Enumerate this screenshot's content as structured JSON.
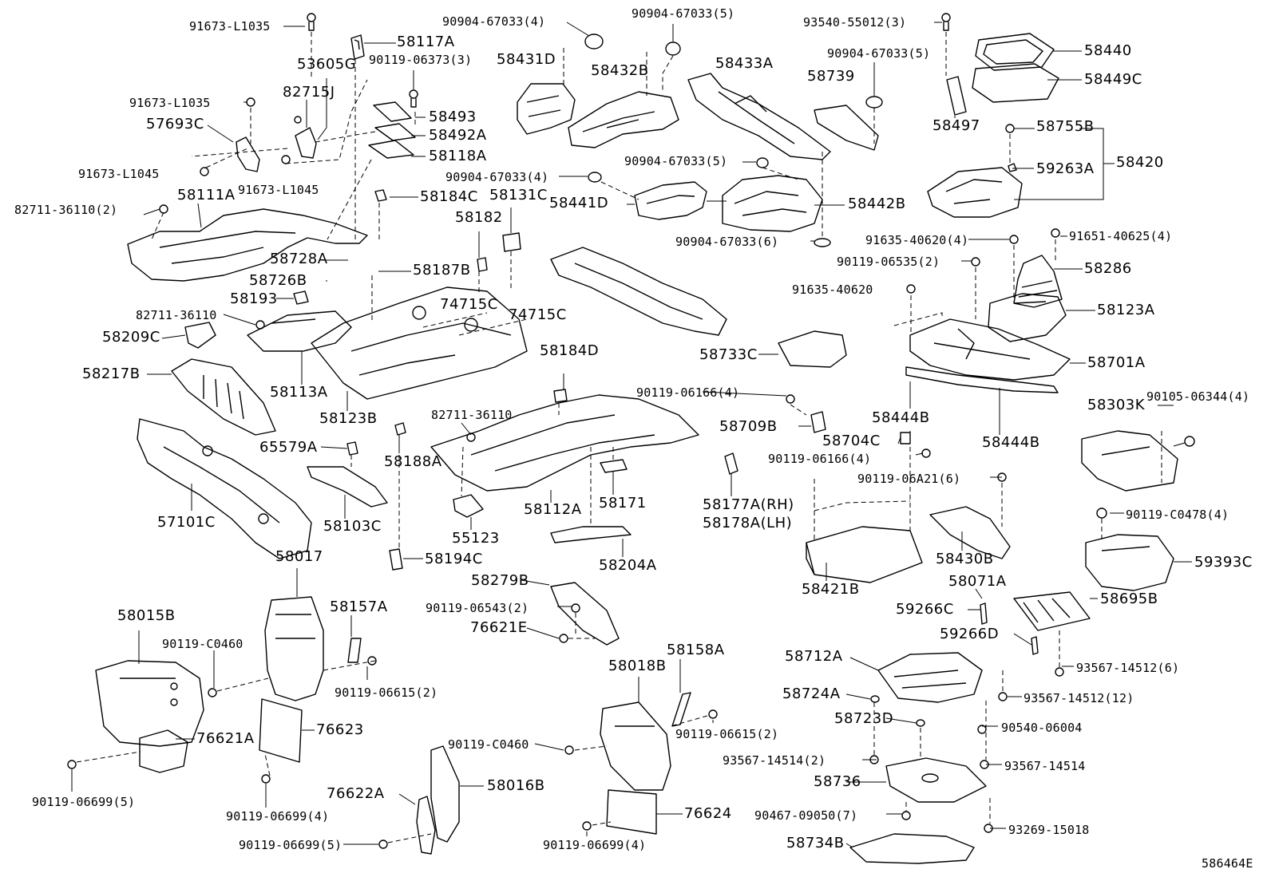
{
  "diagram_id": "586464E",
  "labels": [
    "91673-L1035",
    "58117A",
    "53605G",
    "90119-06373(3)",
    "58431D",
    "90904-67033(4)",
    "58432B",
    "90904-67033(5)",
    "58433A",
    "93540-55012(3)",
    "90904-67033(5)",
    "58739",
    "58440",
    "58449C",
    "58497",
    "82715J",
    "91673-L1035",
    "57693C",
    "58493",
    "58492A",
    "58118A",
    "91673-L1045",
    "91673-L1045",
    "90904-67033(4)",
    "58441D",
    "90904-67033(5)",
    "58442B",
    "58755B",
    "59263A",
    "58420",
    "82711-36110(2)",
    "58111A",
    "58184C",
    "58131C",
    "58182",
    "90904-67033(6)",
    "91635-40620(4)",
    "91651-40625(4)",
    "58728A",
    "58187B",
    "90119-06535(2)",
    "58286",
    "58726B",
    "58193",
    "74715C",
    "74715C",
    "91635-40620",
    "58123A",
    "82711-36110",
    "58209C",
    "58733C",
    "58701A",
    "58217B",
    "58113A",
    "58123B",
    "58184D",
    "90119-06166(4)",
    "58444B",
    "58444B",
    "58303K",
    "90105-06344(4)",
    "82711-36110",
    "58709B",
    "58704C",
    "65579A",
    "58188A",
    "90119-06166(4)",
    "90119-06A21(6)",
    "57101C",
    "58103C",
    "58112A",
    "58171",
    "58177A(RH)",
    "58178A(LH)",
    "90119-C0478(4)",
    "55123",
    "58430B",
    "58017",
    "58194C",
    "58204A",
    "59393C",
    "58421B",
    "58071A",
    "58279B",
    "58695B",
    "58015B",
    "58157A",
    "90119-06543(2)",
    "59266C",
    "59266D",
    "90119-C0460",
    "76621E",
    "58712A",
    "93567-14512(6)",
    "90119-06615(2)",
    "58018B",
    "58158A",
    "58724A",
    "93567-14512(12)",
    "58723D",
    "90540-06004",
    "76623",
    "90119-06615(2)",
    "76621A",
    "90119-C0460",
    "93567-14514(2)",
    "93567-14514",
    "58736",
    "58016B",
    "90119-06699(5)",
    "76622A",
    "90119-06699(4)",
    "90467-09050(7)",
    "76624",
    "93269-15018",
    "58734B",
    "90119-06699(5)",
    "90119-06699(4)"
  ]
}
